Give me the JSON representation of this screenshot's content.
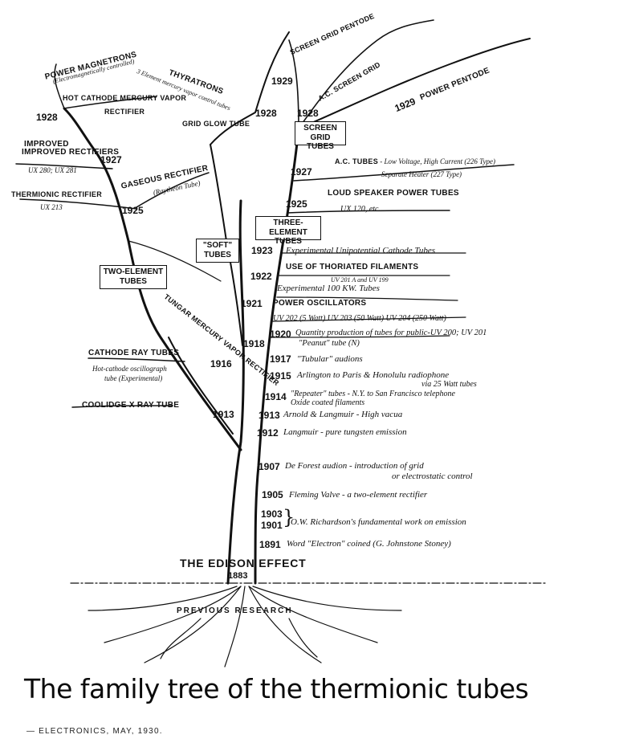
{
  "title": "The family tree of the thermionic tubes",
  "source": "— ELECTRONICS, MAY, 1930.",
  "root": {
    "label": "THE EDISON EFFECT",
    "year": "1883",
    "roots_label": "PREVIOUS RESEARCH"
  },
  "trunk_events": [
    {
      "year": "1891",
      "text": "Word \"Electron\" coined (G. Johnstone Stoney)"
    },
    {
      "year": "1903",
      "text": ""
    },
    {
      "year": "1901",
      "text": "O.W. Richardson's fundamental work on emission"
    },
    {
      "year": "1905",
      "text": "Fleming Valve - a two-element rectifier"
    },
    {
      "year": "1907",
      "text": "De Forest audion - introduction of grid",
      "text2": "or electrostatic control"
    },
    {
      "year": "1912",
      "text": "Langmuir - pure tungsten emission"
    },
    {
      "year": "1913",
      "text": "Arnold & Langmuir - High vacua"
    },
    {
      "year": "1914",
      "text": "\"Repeater\" tubes - N.Y. to San Francisco telephone",
      "text2": "Oxide coated filaments"
    },
    {
      "year": "1915",
      "text": "Arlington to Paris & Honolulu radiophone",
      "text2": "via 25 Watt tubes"
    },
    {
      "year": "1917",
      "text": "\"Tubular\" audions"
    },
    {
      "year": "1920",
      "text": "Quantity production of tubes for public-UV 200; UV 201",
      "text2": "\"Peanut\" tube (N)"
    },
    {
      "year": "",
      "text": "UV 202 (5 Watt) UV 203 (50 Watt) UV 204 (250 Watt)"
    },
    {
      "year": "1921",
      "text": "POWER OSCILLATORS"
    },
    {
      "year": "1922",
      "text": "Experimental 100 KW. Tubes",
      "text_top": "UV 201 A and UV 199"
    },
    {
      "year": "",
      "text": "USE OF THORIATED FILAMENTS"
    },
    {
      "year": "1923",
      "text": "Experimental Unipotential Cathode Tubes"
    },
    {
      "year": "1925",
      "text": "LOUD SPEAKER POWER TUBES",
      "text2": "UX 120, etc."
    },
    {
      "year": "1927",
      "text": "A.C. TUBES - Low Voltage, High Current (226 Type)",
      "text2": "Separate Heater (227 Type)"
    },
    {
      "year": "1928",
      "text": ""
    },
    {
      "year": "1929",
      "text": "POWER PENTODE"
    },
    {
      "year": "1929",
      "text": "SCREEN GRID PENTODE"
    },
    {
      "year": "",
      "text": "A.C. SCREEN GRID"
    }
  ],
  "boxes": {
    "two_element": "TWO-ELEMENT TUBES",
    "soft": "\"SOFT\" TUBES",
    "three_element": "THREE-ELEMENT TUBES",
    "screen_grid": "SCREEN GRID TUBES"
  },
  "left_branches": {
    "xray": {
      "label": "COOLIDGE X RAY TUBE",
      "year": "1913"
    },
    "cathode_ray": {
      "label": "CATHODE RAY TUBES",
      "sub": "Hot-cathode oscillograph",
      "sub2": "tube (Experimental)",
      "year": "1916"
    },
    "tungar": {
      "label": "TUNGAR MERCURY VAPOR RECTIFIER",
      "year": "1918"
    },
    "gaseous": {
      "label": "GASEOUS RECTIFIER",
      "sub": "(Raytheon Tube)",
      "year": "1925"
    },
    "thermionic": {
      "label": "THERMIONIC RECTIFIER",
      "sub": "UX 213"
    },
    "improved": {
      "label": "IMPROVED RECTIFIERS",
      "sub": "UX 280; UX 281",
      "year": "1927"
    },
    "hot_cathode": {
      "label": "HOT CATHODE MERCURY VAPOR",
      "label2": "RECTIFIER",
      "year": "1928"
    },
    "magnetrons": {
      "label": "POWER MAGNETRONS",
      "sub": "(Electromagnetically controlled)"
    },
    "thyratrons": {
      "label": "THYRATRONS",
      "sub": "3 Element mercury vapor control tubes"
    },
    "grid_glow": {
      "label": "GRID GLOW TUBE",
      "year": "1928"
    }
  }
}
